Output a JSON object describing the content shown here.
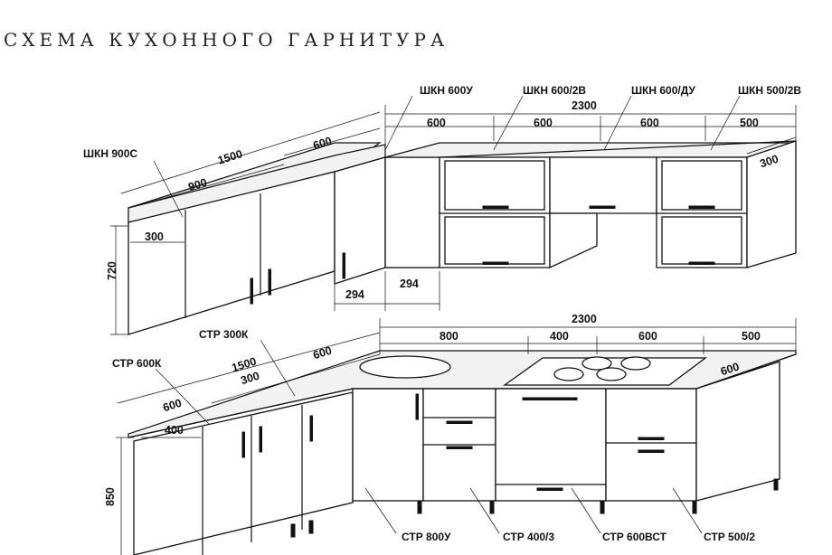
{
  "title": "СХЕМА КУХОННОГО ГАРНИТУРА",
  "upper": {
    "labels": {
      "shkn900c": "ШКН 900С",
      "shkn600u": "ШКН 600У",
      "shkn600_2v": "ШКН 600/2В",
      "shkn600_du": "ШКН 600/ДУ",
      "shkn500_2v": "ШКН 500/2В"
    },
    "dims": {
      "total_right": "2300",
      "w600a": "600",
      "w600b": "600",
      "w600c": "600",
      "w500": "500",
      "depth_right": "300",
      "total_left": "1500",
      "left600": "600",
      "left900": "900",
      "depth_left": "300",
      "height": "720",
      "corner_a": "294",
      "corner_b": "294"
    }
  },
  "lower": {
    "labels": {
      "str300k": "СТР 300К",
      "str600k": "СТР 600К",
      "str800u": "СТР 800У",
      "str400_3": "СТР 400/3",
      "str600vst": "СТР 600ВСТ",
      "str500_2": "СТР 500/2"
    },
    "dims": {
      "total_right": "2300",
      "w800": "800",
      "w400": "400",
      "w600": "600",
      "w500": "500",
      "depth_right": "600",
      "total_left": "1500",
      "left600": "600",
      "left300": "300",
      "left600b": "600",
      "depth_left": "400",
      "height": "850"
    }
  }
}
